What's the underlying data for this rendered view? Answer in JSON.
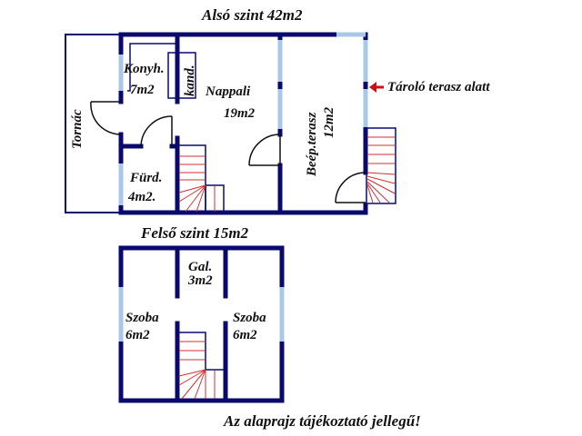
{
  "plan": {
    "ground_floor_title": "Alsó szint 42m2",
    "upper_floor_title": "Felső szint 15m2",
    "disclaimer": "Az alaprajz tájékoztató jellegű!",
    "annotation": "Tároló terasz alatt",
    "colors": {
      "wall": "#0a0a6e",
      "window": "#a8c8e8",
      "stairs": "#d03030",
      "arrow": "#cc1111",
      "door": "#111111"
    }
  },
  "ground_floor": {
    "rooms": [
      {
        "name": "Konyh.",
        "area": "7m2"
      },
      {
        "name": "kand.",
        "area": ""
      },
      {
        "name": "Nappali",
        "area": "19m2"
      },
      {
        "name": "Fürd.",
        "area": "4m2."
      },
      {
        "name": "Tornác",
        "area": ""
      },
      {
        "name": "Beép.terasz",
        "area": "12m2"
      }
    ]
  },
  "upper_floor": {
    "rooms": [
      {
        "name": "Gal.",
        "area": "3m2"
      },
      {
        "name": "Szoba",
        "area": "6m2"
      },
      {
        "name": "Szoba",
        "area": "6m2"
      }
    ]
  }
}
